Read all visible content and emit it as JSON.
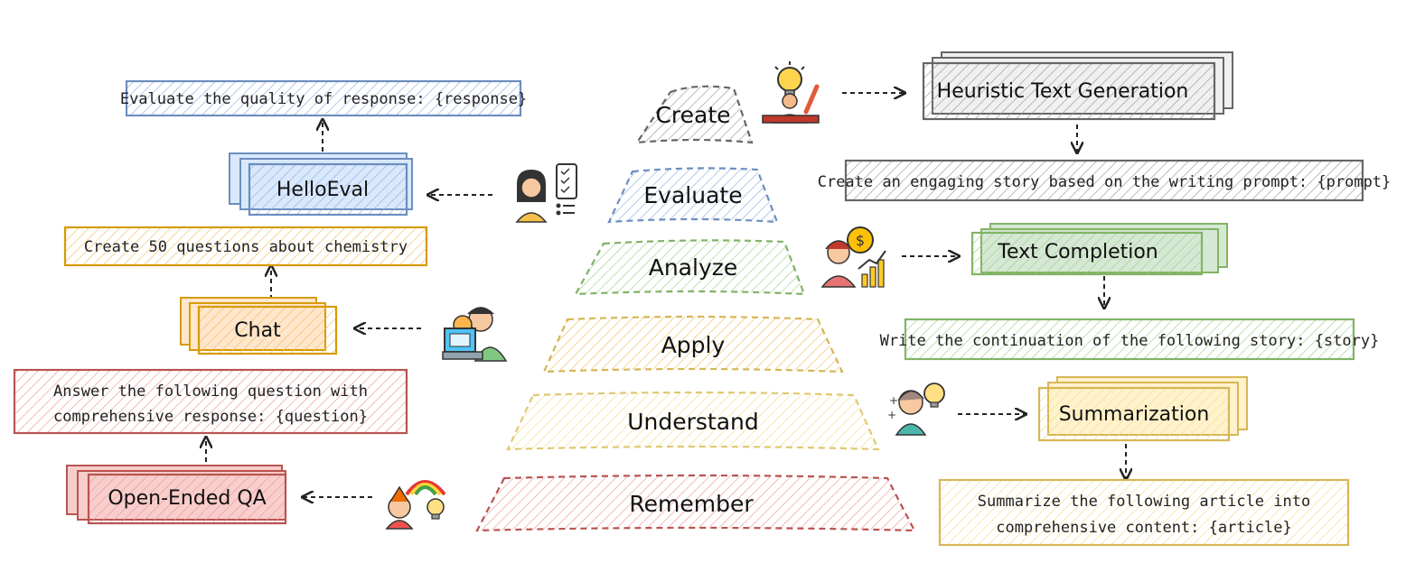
{
  "pyramid": {
    "levels": [
      {
        "name": "Create",
        "color": "#666666"
      },
      {
        "name": "Evaluate",
        "color": "#6c8ebf"
      },
      {
        "name": "Analyze",
        "color": "#82b366"
      },
      {
        "name": "Apply",
        "color": "#d6b656"
      },
      {
        "name": "Understand",
        "color": "#e0c870"
      },
      {
        "name": "Remember",
        "color": "#b85450"
      }
    ]
  },
  "tasks": {
    "create": {
      "task": "Heuristic Text Generation",
      "prompt": "Create an engaging story based on the writing prompt: {prompt}",
      "color": "#666666",
      "fill": "#f0f0f0"
    },
    "evaluate": {
      "task": "HelloEval",
      "prompt": "Evaluate the quality of response: {response}",
      "color": "#6c8ebf",
      "fill": "#dae8fc"
    },
    "analyze": {
      "task": "Text Completion",
      "prompt": "Write the continuation of the following story: {story}",
      "color": "#82b366",
      "fill": "#d5e8d4"
    },
    "apply": {
      "task": "Chat",
      "prompt": "Create 50 questions about chemistry",
      "color": "#d79b00",
      "fill": "#ffe6cc"
    },
    "understand": {
      "task": "Summarization",
      "prompt_line1": "Summarize the following article into",
      "prompt_line2": "comprehensive content: {article}",
      "color": "#d6b656",
      "fill": "#fff2cc"
    },
    "remember": {
      "task": "Open-Ended QA",
      "prompt_line1": "Answer the following question with",
      "prompt_line2": "comprehensive response: {question}",
      "color": "#b85450",
      "fill": "#f8cecc"
    }
  },
  "icons": [
    "idea-person-icon",
    "checklist-person-icon",
    "finance-person-icon",
    "laptop-person-icon",
    "thinking-person-icon",
    "creative-child-icon"
  ]
}
